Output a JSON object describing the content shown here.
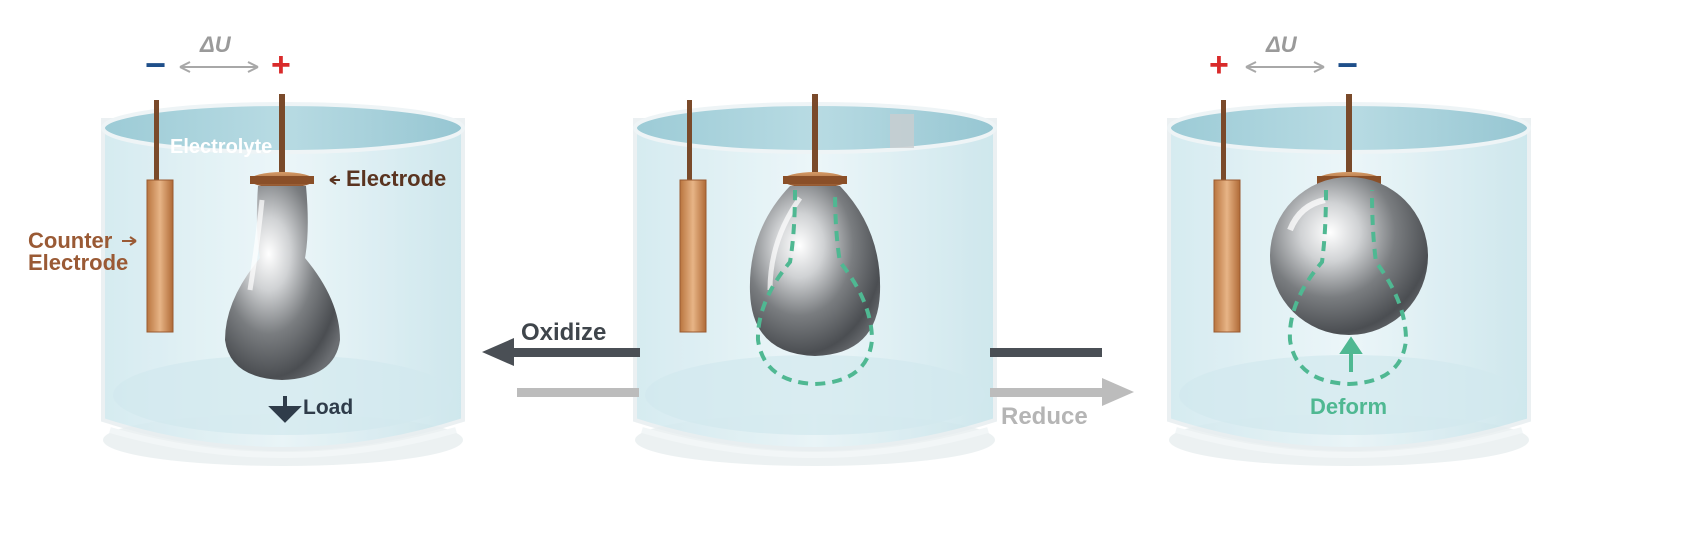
{
  "panels": [
    {
      "id": "left",
      "left_terminal": "−",
      "right_terminal": "+",
      "voltage_label": "ΔU",
      "electrolyte_label": "Electrolyte",
      "electrode_label": "Electrode",
      "counter_electrode_label": [
        "Counter",
        "Electrode"
      ],
      "load_label": "Load"
    },
    {
      "id": "middle"
    },
    {
      "id": "right",
      "left_terminal": "+",
      "right_terminal": "−",
      "voltage_label": "ΔU",
      "deform_label": "Deform"
    }
  ],
  "processes": {
    "oxidize_label": "Oxidize",
    "reduce_label": "Reduce"
  },
  "colors": {
    "positive": "#d92a2a",
    "negative": "#1f4f8a",
    "voltage_gray": "#9a9a9a",
    "copper": "#c98a55",
    "brown_label": "#6a3a22",
    "deform_green": "#4fb892",
    "dark_arrow": "#4a4f55",
    "light_arrow": "#bcbcbc",
    "electrolyte": "#b9dce4"
  }
}
